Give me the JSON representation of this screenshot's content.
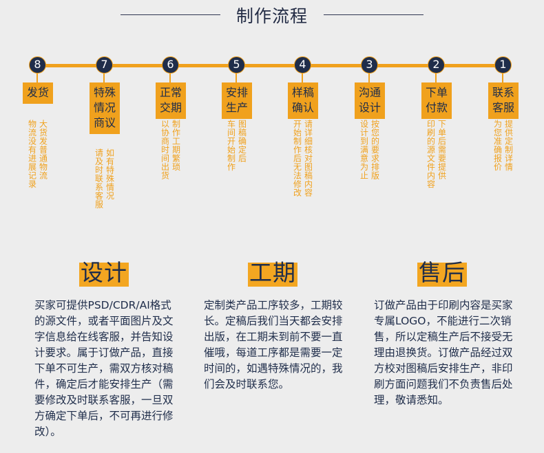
{
  "title": "制作流程",
  "steps": [
    {
      "num": "8",
      "label": "发货",
      "desc": [
        "大货发普通物流",
        "物流没有进展记录"
      ]
    },
    {
      "num": "7",
      "label": "特殊情况商议",
      "desc": [
        "如有特殊情况",
        "请及时联系客服"
      ]
    },
    {
      "num": "6",
      "label": "正常交期",
      "desc": [
        "制作工期繁琐",
        "以协商时间出货"
      ]
    },
    {
      "num": "5",
      "label": "安排生产",
      "desc": [
        "图稿确定后",
        "车间开始制作"
      ]
    },
    {
      "num": "4",
      "label": "样稿确认",
      "desc": [
        "请详细核对图稿内容",
        "开始制作后无法修改"
      ]
    },
    {
      "num": "3",
      "label": "沟通设计",
      "desc": [
        "按您的要求排版",
        "设计到满意为止"
      ]
    },
    {
      "num": "2",
      "label": "下单付款",
      "desc": [
        "下单后需要提供",
        "印刷的源文件内容"
      ]
    },
    {
      "num": "1",
      "label": "联系客服",
      "desc": [
        "提供定制详情",
        "为您准确报价"
      ]
    }
  ],
  "sections": {
    "design": {
      "title": "设计",
      "text": "买家可提供PSD/CDR/AI格式的源文件，或者平面图片及文字信息给在线客服，并告知设计要求。属于订做产品，直接下单不可生产，需双方核对稿件，确定后才能安排生产（需要修改及时联系客服，一旦双方确定下单后，不可再进行修改）。"
    },
    "schedule": {
      "title": "工期",
      "text": "定制类产品工序较多，工期较长。定稿后我们当天都会安排出版，在工期未到前不要一直催哦，每道工序都是需要一定时间的，如遇特殊情况的，我们会及时联系您。"
    },
    "aftersale": {
      "title": "售后",
      "text": "订做产品由于印刷内容是买家专属LOGO，不能进行二次销售，所以定稿生产后不接受无理由退换货。订做产品经过双方校对图稿后安排生产，非印刷方面问题我们不负责售后处理，敬请悉知。"
    }
  },
  "colors": {
    "accent": "#f0a11d",
    "navy": "#1f2d4a",
    "background": "#ededed"
  }
}
